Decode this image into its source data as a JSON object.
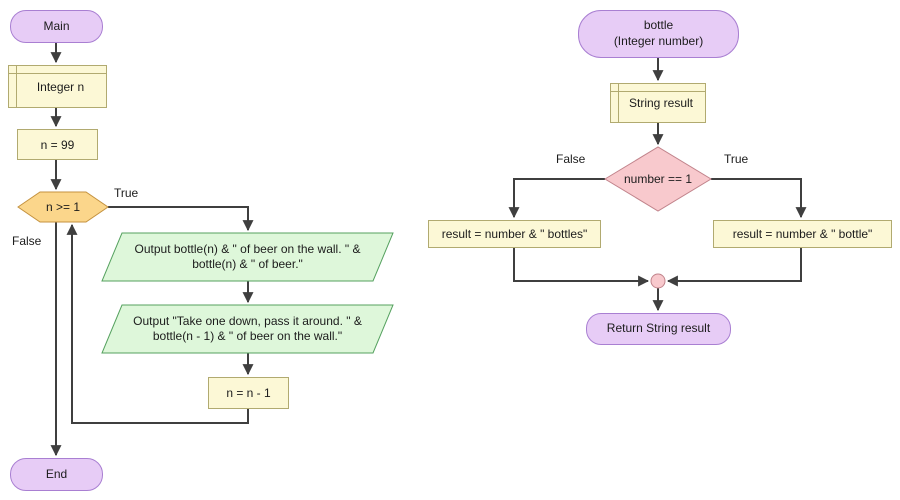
{
  "colors": {
    "terminal-fill": "#e7ccf6",
    "terminal-border": "#a97fd2",
    "declare-fill": "#fcf8d6",
    "declare-border": "#b1aa70",
    "assign-fill": "#fcf8d6",
    "assign-border": "#b1aa70",
    "loop-fill": "#fbd68b",
    "loop-border": "#c4923f",
    "output-fill": "#def7da",
    "output-border": "#55a15f",
    "decision-fill": "#f8c9cd",
    "decision-border": "#c1838b",
    "line": "#3f3f3f"
  },
  "main_chart": {
    "start": "Main",
    "declare": "Integer n",
    "assign": "n = 99",
    "loop": "n >= 1",
    "true_label": "True",
    "false_label": "False",
    "output1": "Output bottle(n) & \" of beer on the wall. \" & bottle(n) & \" of beer.\"",
    "output2": "Output \"Take one down, pass it around. \" & bottle(n - 1) & \" of beer on the wall.\"",
    "decrement": "n = n - 1",
    "end": "End"
  },
  "bottle_chart": {
    "start_line1": "bottle",
    "start_line2": "(Integer number)",
    "declare": "String result",
    "decision": "number == 1",
    "false_label": "False",
    "true_label": "True",
    "false_assign": "result = number & \" bottles\"",
    "true_assign": "result = number & \" bottle\"",
    "return": "Return String result"
  }
}
